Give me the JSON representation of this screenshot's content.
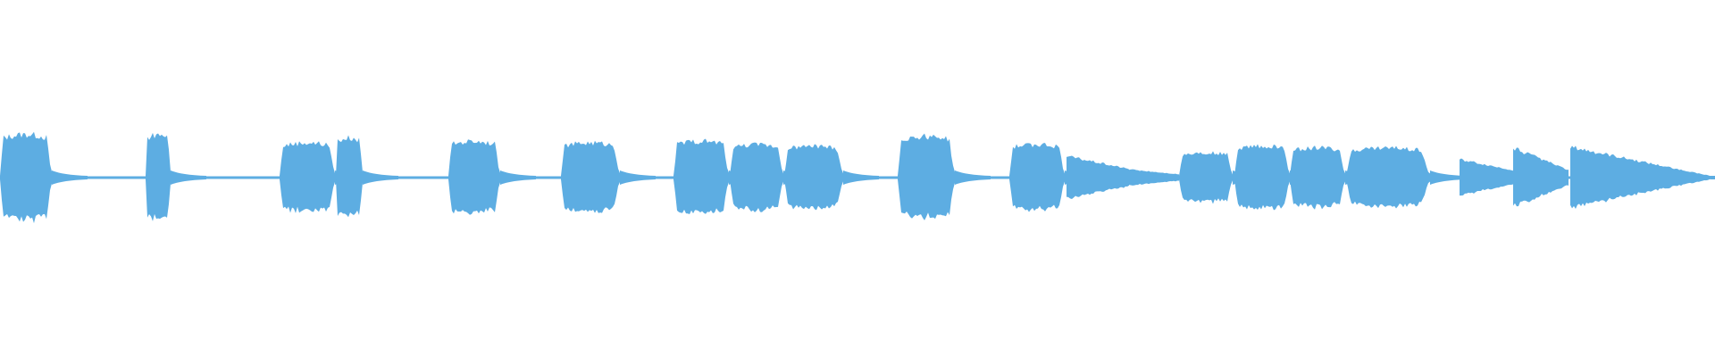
{
  "waveform": {
    "color": "#5dade2",
    "baseline_level": 0.015,
    "note_count": 20,
    "notes": [
      {
        "kind": "pulse",
        "level": 0.52
      },
      {
        "kind": "pulse",
        "level": 0.52
      },
      {
        "kind": "pulse",
        "level": 0.42
      },
      {
        "kind": "pulse",
        "level": 0.48
      },
      {
        "kind": "pulse",
        "level": 0.44
      },
      {
        "kind": "pulse",
        "level": 0.42
      },
      {
        "kind": "pulse",
        "level": 0.44
      },
      {
        "kind": "pulse",
        "level": 0.4
      },
      {
        "kind": "pulse",
        "level": 0.38
      },
      {
        "kind": "pulse",
        "level": 0.5
      },
      {
        "kind": "pulse",
        "level": 0.4
      },
      {
        "kind": "decay",
        "level": 0.26
      },
      {
        "kind": "decay",
        "level": 0.1
      },
      {
        "kind": "pulse",
        "level": 0.3
      },
      {
        "kind": "pulse",
        "level": 0.38
      },
      {
        "kind": "pulse",
        "level": 0.36
      },
      {
        "kind": "pulse",
        "level": 0.36
      },
      {
        "kind": "decay",
        "level": 0.22
      },
      {
        "kind": "fade",
        "level": 0.36
      },
      {
        "kind": "tail",
        "level": 0.02
      }
    ]
  }
}
